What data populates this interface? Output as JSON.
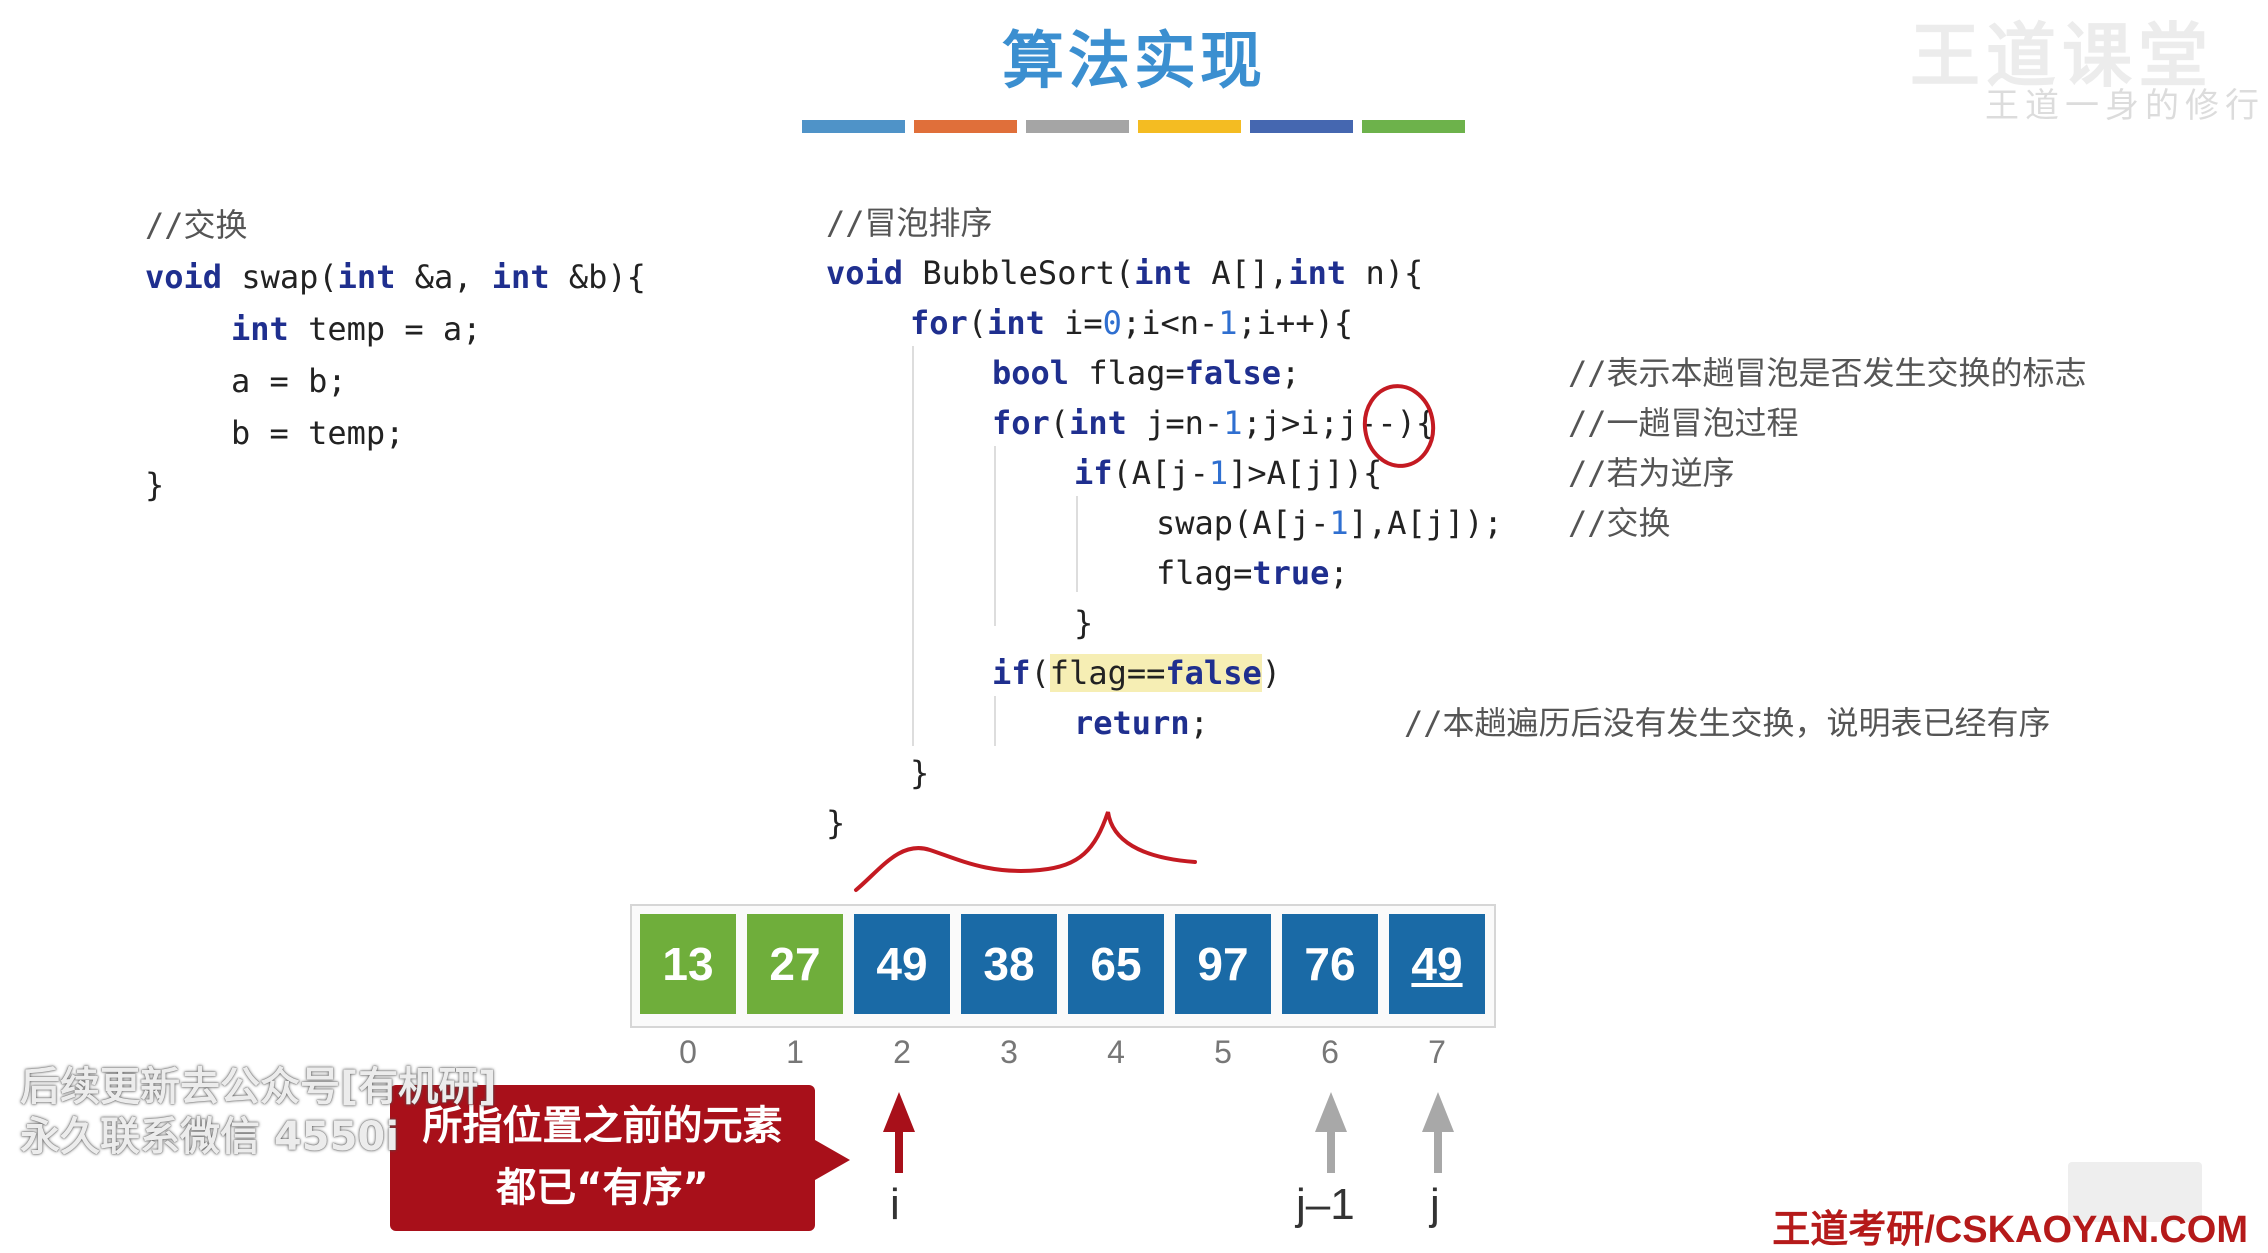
{
  "slide": {
    "title": "算法实现",
    "strip_colors": [
      "#4f93c8",
      "#e06f3a",
      "#a5a5a5",
      "#f4bc22",
      "#4567b0",
      "#6db24b"
    ],
    "logo": "王道课堂",
    "logo_sub": "王道一身的修行",
    "footer": "王道考研/CSKAOYAN.COM",
    "watermark": [
      "后续更新去公众号[有机研]",
      "永久联系微信 4550i"
    ]
  },
  "swap_code": {
    "comment": "//交换",
    "l1_kw1": "void",
    "l1_rest1": " swap(",
    "l1_kw2": "int",
    "l1_rest2": " &a, ",
    "l1_kw3": "int",
    "l1_rest3": " &b){",
    "l2_kw": "int",
    "l2_rest": " temp = a;",
    "l3": "a = b;",
    "l4": "b = temp;",
    "l5": "}"
  },
  "bubble_code": {
    "comment": "//冒泡排序",
    "l1_kw1": "void",
    "l1_a": " BubbleSort(",
    "l1_kw2": "int",
    "l1_b": " A[],",
    "l1_kw3": "int",
    "l1_c": " n){",
    "l2_kw1": "for",
    "l2_a": "(",
    "l2_kw2": "int",
    "l2_b": " i=",
    "l2_n1": "0",
    "l2_c": ";i<n-",
    "l2_n2": "1",
    "l2_d": ";i++){",
    "l3_kw1": "bool",
    "l3_a": " flag=",
    "l3_kw2": "false",
    "l3_b": ";",
    "l3_cm": "//表示本趟冒泡是否发生交换的标志",
    "l4_kw1": "for",
    "l4_a": "(",
    "l4_kw2": "int",
    "l4_b": " j=n-",
    "l4_n1": "1",
    "l4_c": ";j>i;j--){",
    "l4_cm": "//一趟冒泡过程",
    "l5_kw": "if",
    "l5_a": "(A[j-",
    "l5_n": "1",
    "l5_b": "]>A[j]){",
    "l5_cm": "//若为逆序",
    "l6_a": "swap(A[j-",
    "l6_n": "1",
    "l6_b": "],A[j]);",
    "l6_cm": "//交换",
    "l7_a": "flag=",
    "l7_kw": "true",
    "l7_b": ";",
    "l8": "}",
    "l9_kw": "if",
    "l9_a": "(",
    "l9_hl1": "flag==",
    "l9_hl2": "false",
    "l9_b": ")",
    "l10_kw": "return",
    "l10_a": ";",
    "l10_cm": "//本趟遍历后没有发生交换，说明表已经有序",
    "l11": "}",
    "l12": "}"
  },
  "array": {
    "sorted_color": "#6fae3b",
    "unsorted_color": "#1a6aa6",
    "cells": [
      {
        "value": "13",
        "index": "0",
        "sorted": true
      },
      {
        "value": "27",
        "index": "1",
        "sorted": true
      },
      {
        "value": "49",
        "index": "2",
        "sorted": false
      },
      {
        "value": "38",
        "index": "3",
        "sorted": false
      },
      {
        "value": "65",
        "index": "4",
        "sorted": false
      },
      {
        "value": "97",
        "index": "5",
        "sorted": false
      },
      {
        "value": "76",
        "index": "6",
        "sorted": false
      },
      {
        "value": "49",
        "index": "7",
        "sorted": false,
        "underline": true
      }
    ]
  },
  "pointers": {
    "i_label": "i",
    "jm1_label": "j–1",
    "j_label": "j",
    "i_color": "#a8101a",
    "j_color": "#a8a8a8"
  },
  "callout": {
    "line1": "所指位置之前的元素",
    "line2": "都已“有序”"
  }
}
